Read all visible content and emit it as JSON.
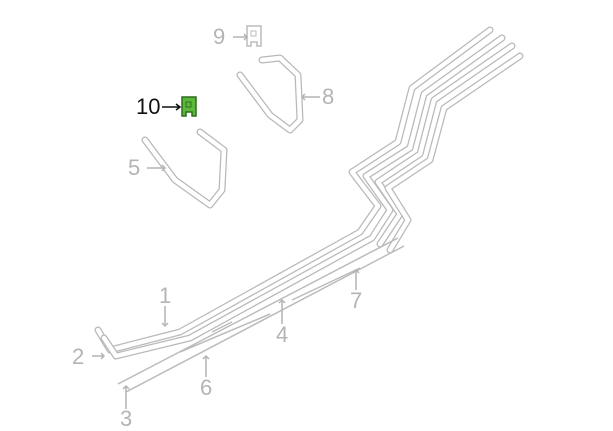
{
  "diagram": {
    "callouts": [
      {
        "id": "1",
        "label": "1"
      },
      {
        "id": "2",
        "label": "2"
      },
      {
        "id": "3",
        "label": "3"
      },
      {
        "id": "4",
        "label": "4"
      },
      {
        "id": "5",
        "label": "5"
      },
      {
        "id": "6",
        "label": "6"
      },
      {
        "id": "7",
        "label": "7"
      },
      {
        "id": "8",
        "label": "8"
      },
      {
        "id": "9",
        "label": "9"
      },
      {
        "id": "10",
        "label": "10"
      }
    ],
    "highlighted_part": "10",
    "colors": {
      "highlight": "#5cb83a",
      "lines": "#b8b8b8",
      "active_label": "#111111"
    }
  }
}
